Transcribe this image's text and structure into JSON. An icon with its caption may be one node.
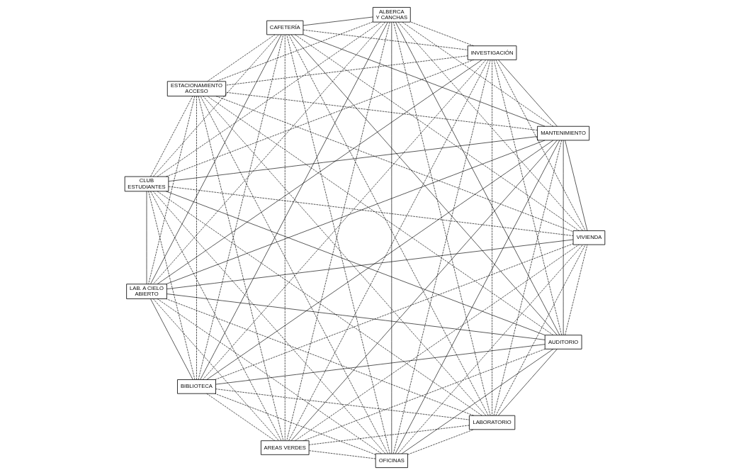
{
  "diagram": {
    "nodes": [
      {
        "text": [
          "AUDITORIO"
        ]
      },
      {
        "text": [
          "VIVIENDA"
        ]
      },
      {
        "text": [
          "OFICINAS"
        ]
      },
      {
        "text": [
          "AREAS VERDES"
        ]
      },
      {
        "text": [
          "BIBLIOTECA"
        ]
      },
      {
        "text": [
          "LAB. A CIELO ABIERTO"
        ]
      },
      {
        "text": [
          "CLUB  ESTUDIANTES"
        ]
      },
      {
        "text": [
          "ESTACIONAMIENTO ACCESO"
        ]
      },
      {
        "text": [
          "CAFETERÍA"
        ]
      },
      {
        "text": [
          "ALBERCA Y CANCHAS"
        ]
      },
      {
        "text": [
          "INVESTIGACIÓN"
        ]
      },
      {
        "text": [
          "MANTENIMIENTO"
        ]
      },
      {
        "text": [
          "LABORATORIO"
        ]
      }
    ],
    "edges": [
      {
        "from": 0,
        "to": 2,
        "arrow": "none"
      },
      {
        "from": 0,
        "to": 4,
        "arrow": "none"
      },
      {
        "from": 0,
        "to": 6,
        "arrow": "none"
      },
      {
        "from": 0,
        "to": 8,
        "arrow": "none"
      },
      {
        "from": 0,
        "to": 10,
        "arrow": "none",
        "style": "dashed"
      },
      {
        "from": 0,
        "to": 12,
        "arrow": "none"
      },
      {
        "from": 0,
        "to": 11,
        "arrow": "none"
      },
      {
        "from": 0,
        "to": 9,
        "arrow": "none"
      },
      {
        "from": 0,
        "to": 7,
        "arrow": "none",
        "style": "dashed"
      },
      {
        "from": 0,
        "to": 5,
        "arrow": "none"
      },
      {
        "from": 0,
        "to": 3,
        "arrow": "none",
        "style": "dashed"
      },
      {
        "from": 0,
        "to": 1,
        "arrow": "none",
        "style": "dashed"
      },
      {
        "from": 2,
        "to": 4,
        "arrow": "none",
        "style": "dashed"
      },
      {
        "from": 2,
        "to": 6,
        "arrow": "none",
        "style": "dashed"
      },
      {
        "from": 2,
        "to": 8,
        "arrow": "none",
        "style": "dashed"
      },
      {
        "from": 2,
        "to": 10,
        "arrow": "none",
        "style": "dashed"
      },
      {
        "from": 2,
        "to": 12,
        "arrow": "none",
        "style": "dashed"
      },
      {
        "from": 2,
        "to": 11,
        "arrow": "none"
      },
      {
        "from": 2,
        "to": 9,
        "arrow": "none"
      },
      {
        "from": 2,
        "to": 7,
        "arrow": "none",
        "style": "dashed"
      },
      {
        "from": 2,
        "to": 5,
        "arrow": "none",
        "style": "dashed"
      },
      {
        "from": 2,
        "to": 3,
        "arrow": "none",
        "style": "dashed"
      },
      {
        "from": 2,
        "to": 1,
        "arrow": "none",
        "style": "dashed"
      },
      {
        "from": 4,
        "to": 6,
        "arrow": "none",
        "style": "dashed"
      },
      {
        "from": 4,
        "to": 8,
        "arrow": "none",
        "style": "dashed"
      },
      {
        "from": 4,
        "to": 10,
        "arrow": "none",
        "style": "dashed"
      },
      {
        "from": 4,
        "to": 12,
        "arrow": "none",
        "style": "dashed"
      },
      {
        "from": 4,
        "to": 11,
        "arrow": "none"
      },
      {
        "from": 4,
        "to": 9,
        "arrow": "none"
      },
      {
        "from": 4,
        "to": 7,
        "arrow": "none",
        "style": "dashed"
      },
      {
        "from": 4,
        "to": 5,
        "arrow": "none"
      },
      {
        "from": 4,
        "to": 3,
        "arrow": "none",
        "style": "dashed"
      },
      {
        "from": 4,
        "to": 1,
        "arrow": "none",
        "style": "dashed"
      },
      {
        "from": 6,
        "to": 8,
        "arrow": "none",
        "style": "dashed"
      },
      {
        "from": 6,
        "to": 10,
        "arrow": "none",
        "style": "dashed"
      },
      {
        "from": 6,
        "to": 12,
        "arrow": "none",
        "style": "dashed"
      },
      {
        "from": 6,
        "to": 11,
        "arrow": "none"
      },
      {
        "from": 6,
        "to": 9,
        "arrow": "none",
        "style": "dashed"
      },
      {
        "from": 6,
        "to": 7,
        "arrow": "none",
        "style": "dashed"
      },
      {
        "from": 6,
        "to": 5,
        "arrow": "none"
      },
      {
        "from": 6,
        "to": 3,
        "arrow": "none",
        "style": "dashed"
      },
      {
        "from": 6,
        "to": 1,
        "arrow": "none",
        "style": "dashed"
      },
      {
        "from": 8,
        "to": 10,
        "arrow": "none",
        "style": "dashed"
      },
      {
        "from": 8,
        "to": 12,
        "arrow": "none",
        "style": "dashed"
      },
      {
        "from": 8,
        "to": 11,
        "arrow": "none"
      },
      {
        "from": 8,
        "to": 9,
        "arrow": "none"
      },
      {
        "from": 8,
        "to": 7,
        "arrow": "none",
        "style": "dashed"
      },
      {
        "from": 8,
        "to": 5,
        "arrow": "none"
      },
      {
        "from": 8,
        "to": 3,
        "arrow": "none",
        "style": "dashed"
      },
      {
        "from": 8,
        "to": 1,
        "arrow": "none",
        "style": "dashed"
      },
      {
        "from": 10,
        "to": 12,
        "arrow": "none",
        "style": "dashed"
      },
      {
        "from": 10,
        "to": 11,
        "arrow": "none"
      },
      {
        "from": 10,
        "to": 9,
        "arrow": "none",
        "style": "dashed"
      },
      {
        "from": 10,
        "to": 7,
        "arrow": "none",
        "style": "dashed"
      },
      {
        "from": 10,
        "to": 5,
        "arrow": "none"
      },
      {
        "from": 10,
        "to": 3,
        "arrow": "none",
        "style": "dashed"
      },
      {
        "from": 10,
        "to": 1,
        "arrow": "none",
        "style": "dashed"
      },
      {
        "from": 12,
        "to": 11,
        "arrow": "none",
        "style": "dashed"
      },
      {
        "from": 12,
        "to": 9,
        "arrow": "none",
        "style": "dashed"
      },
      {
        "from": 12,
        "to": 7,
        "arrow": "none",
        "style": "dashed"
      },
      {
        "from": 12,
        "to": 5,
        "arrow": "none",
        "style": "dashed"
      },
      {
        "from": 12,
        "to": 3,
        "arrow": "none",
        "style": "dashed"
      },
      {
        "from": 12,
        "to": 1,
        "arrow": "none",
        "style": "dashed"
      },
      {
        "from": 11,
        "to": 9,
        "arrow": "none",
        "style": "dashed"
      },
      {
        "from": 11,
        "to": 7,
        "arrow": "none",
        "style": "dashed"
      },
      {
        "from": 11,
        "to": 5,
        "arrow": "none"
      },
      {
        "from": 11,
        "to": 3,
        "arrow": "none"
      },
      {
        "from": 11,
        "to": 1,
        "arrow": "none"
      },
      {
        "from": 9,
        "to": 7,
        "arrow": "none",
        "style": "dashed"
      },
      {
        "from": 9,
        "to": 5,
        "arrow": "none",
        "style": "dashed"
      },
      {
        "from": 9,
        "to": 3,
        "arrow": "none",
        "style": "dashed"
      },
      {
        "from": 9,
        "to": 1,
        "arrow": "none",
        "style": "dashed"
      },
      {
        "from": 7,
        "to": 5,
        "arrow": "none",
        "style": "dashed"
      },
      {
        "from": 7,
        "to": 3,
        "arrow": "none",
        "style": "dashed"
      },
      {
        "from": 7,
        "to": 1,
        "arrow": "none",
        "style": "dashed"
      },
      {
        "from": 5,
        "to": 3,
        "arrow": "none",
        "style": "dashed"
      },
      {
        "from": 5,
        "to": 1,
        "arrow": "none"
      },
      {
        "from": 3,
        "to": 1,
        "arrow": "none",
        "style": "dashed"
      }
    ]
  }
}
